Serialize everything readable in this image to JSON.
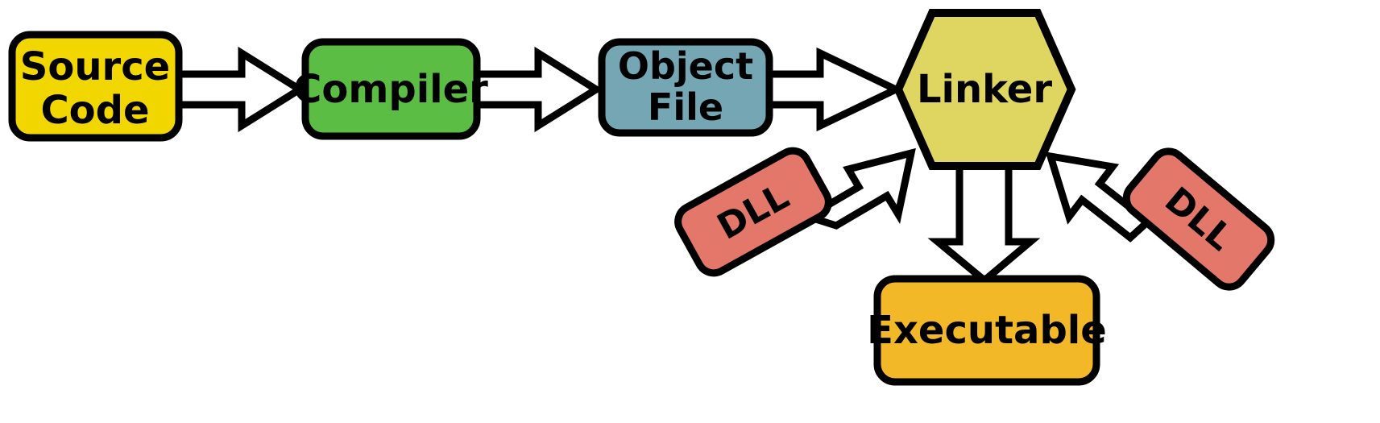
{
  "diagram": {
    "title": "Compilation and Linking Pipeline",
    "background": "#ffffff",
    "outline_color": "#000000",
    "arrow_fill": "#ffffff",
    "nodes": [
      {
        "id": "source-code",
        "label_line1": "Source",
        "label_line2": "Code",
        "shape": "rounded-rectangle",
        "fill": "#F2D600"
      },
      {
        "id": "compiler",
        "label_line1": "Compiler",
        "label_line2": "",
        "shape": "rounded-rectangle",
        "fill": "#5CBD45"
      },
      {
        "id": "object-file",
        "label_line1": "Object",
        "label_line2": "File",
        "shape": "rounded-rectangle",
        "fill": "#74A7B3"
      },
      {
        "id": "linker",
        "label_line1": "Linker",
        "label_line2": "",
        "shape": "hexagon",
        "fill": "#DFD561"
      },
      {
        "id": "dll-left",
        "label_line1": "DLL",
        "label_line2": "",
        "shape": "rounded-rectangle-rotated",
        "fill": "#E2776A",
        "rotation": "-29"
      },
      {
        "id": "dll-right",
        "label_line1": "DLL",
        "label_line2": "",
        "shape": "rounded-rectangle-rotated",
        "fill": "#E2776A",
        "rotation": "40"
      },
      {
        "id": "executable",
        "label_line1": "Executable",
        "label_line2": "",
        "shape": "rounded-rectangle",
        "fill": "#F2B827"
      }
    ],
    "arrows": [
      {
        "id": "source-to-compiler",
        "from": "source-code",
        "to": "compiler",
        "direction": "right"
      },
      {
        "id": "compiler-to-object",
        "from": "compiler",
        "to": "object-file",
        "direction": "right"
      },
      {
        "id": "object-to-linker",
        "from": "object-file",
        "to": "linker",
        "direction": "right"
      },
      {
        "id": "dll-left-to-linker",
        "from": "dll-left",
        "to": "linker",
        "direction": "up-right"
      },
      {
        "id": "dll-right-to-linker",
        "from": "dll-right",
        "to": "linker",
        "direction": "up-left"
      },
      {
        "id": "linker-to-executable",
        "from": "linker",
        "to": "executable",
        "direction": "down"
      }
    ]
  }
}
